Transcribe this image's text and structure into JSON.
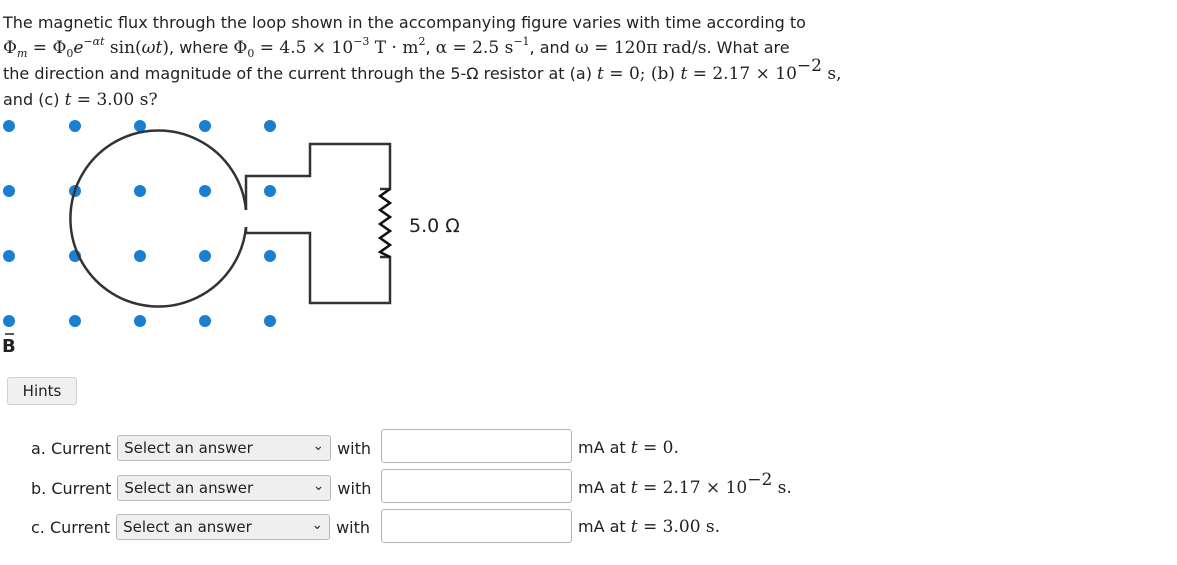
{
  "problem": {
    "l1": "The magnetic flux through the loop shown in the accompanying figure varies with time according to",
    "phi": "Φ",
    "sub_m": "m",
    "eq": " = ",
    "sub_0": "0",
    "e": "e",
    "exp": "−αt",
    "sin": " sin(",
    "omega_t": "ωt",
    "close": ")",
    "where": ", where ",
    "eq2": " = 4.5 × 10",
    "exp_m3": "−3",
    "unit_T": "  T · m",
    "sq": "2",
    "comma": ",",
    "alpha_eq": "α = 2.5  s",
    "exp_m1": "−1",
    "and_w": ", and ",
    "omega_eq": "ω = 120π  rad/s",
    "what_are": ". What are",
    "l3a": "the direction and magnitude of the current through the 5-Ω resistor at (a) ",
    "t": "t",
    "t0": " = 0; (b) ",
    "t_b": " = 2.17 × 10",
    "exp_m2": "−2",
    "s_comma": "  s,",
    "l4a": "and (c) ",
    "t_c": " = 3.00  s?"
  },
  "figure": {
    "resistor_label": "5.0 Ω",
    "field_label": "B",
    "dot_color": "#1a7fd0"
  },
  "hints_label": "Hints",
  "rows": [
    {
      "label": "a. Current",
      "select": "Select an answer",
      "with": "with",
      "value": "",
      "after_text": "mA at ",
      "t": "t",
      "after_math": " = 0."
    },
    {
      "label": "b. Current",
      "select": "Select an answer",
      "with": "with",
      "value": "",
      "after_text": "mA at ",
      "t": "t",
      "after_math": " = 2.17 × 10",
      "exp": "−2",
      "unit": "  s."
    },
    {
      "label": "c. Current",
      "select": "Select an answer",
      "with": "with",
      "value": "",
      "after_text": "mA at ",
      "t": "t",
      "after_math": " = 3.00  s."
    }
  ]
}
